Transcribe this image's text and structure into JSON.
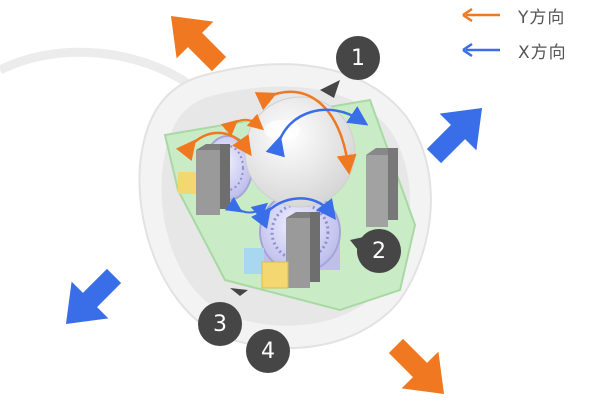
{
  "legend": {
    "items": [
      {
        "label": "Y方向",
        "color": "#f07820"
      },
      {
        "label": "X方向",
        "color": "#3a6de8"
      }
    ]
  },
  "callouts": [
    {
      "label": "1"
    },
    {
      "label": "2"
    },
    {
      "label": "3"
    },
    {
      "label": "4"
    }
  ],
  "colors": {
    "y_direction": "#f07820",
    "x_direction": "#3a6de8",
    "callout": "#464646",
    "board": "#c9ecc6",
    "roller": "#c9c9ee"
  },
  "icons": [
    "mouse-shell",
    "trackball",
    "encoder-wheel",
    "sensor-post",
    "direction-arrow"
  ]
}
